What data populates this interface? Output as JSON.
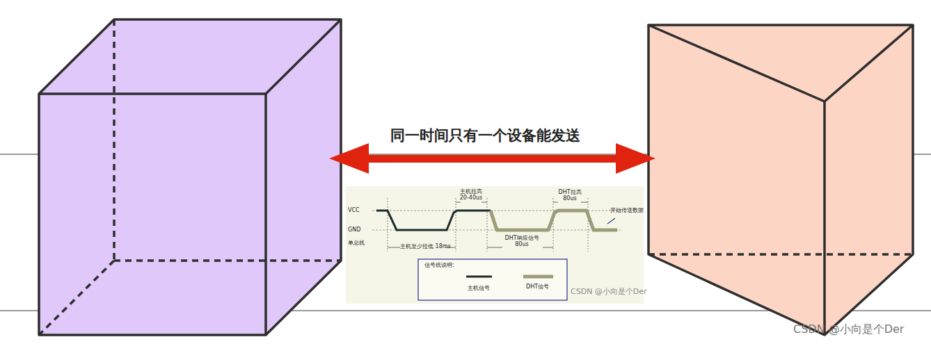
{
  "diagram": {
    "labels": [
      "同一时间只有一个设备能发送",
      "主机拉高 20-40us",
      "DHT拉高 80us",
      "VCC",
      "开始传送数据",
      "GND",
      "单总线",
      "主机至少拉低 18ms",
      "DHT响应信号 80us",
      "信号线说明:",
      "CSDN @小向是个Der",
      "CSDN @小向是个Der"
    ],
    "legend": [
      {
        "text": "主机信号"
      },
      {
        "text": "DHT信号"
      }
    ]
  }
}
